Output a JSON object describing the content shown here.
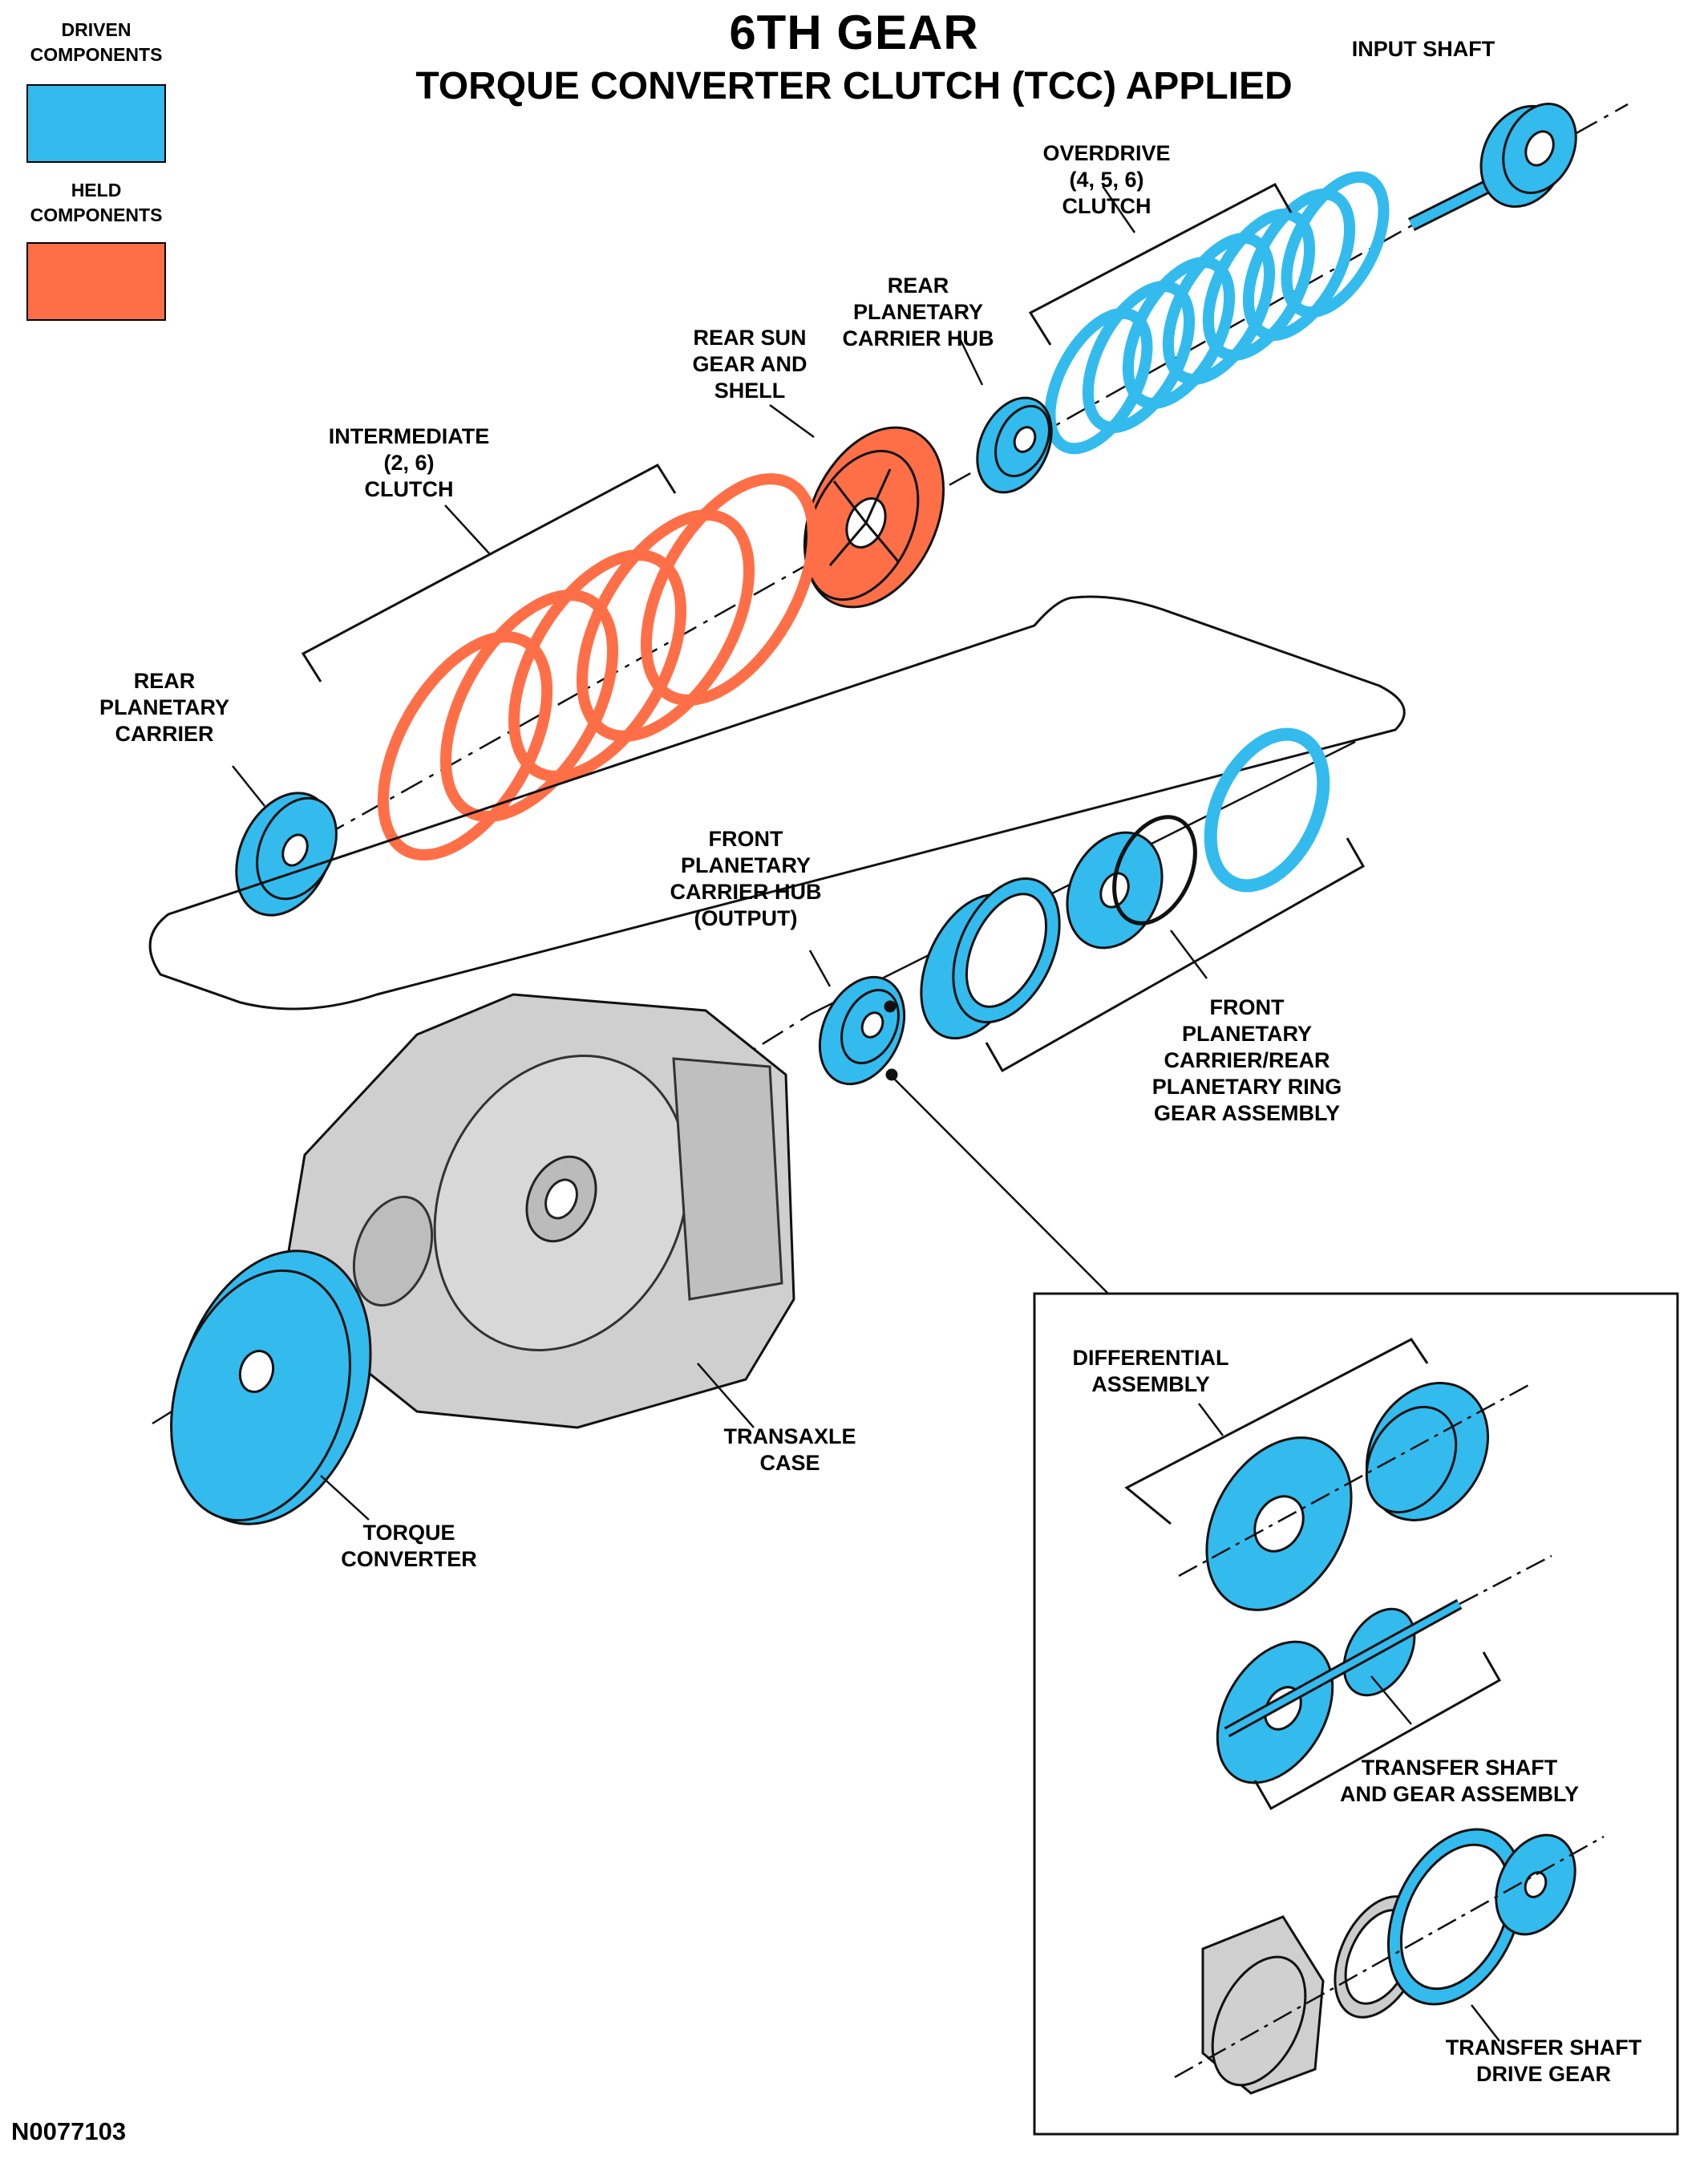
{
  "title": "6TH GEAR",
  "subtitle": "TORQUE CONVERTER CLUTCH (TCC) APPLIED",
  "legend": [
    {
      "label": "DRIVEN\nCOMPONENTS",
      "color": "#33BBEE"
    },
    {
      "label": "HELD\nCOMPONENTS",
      "color": "#FF6F47"
    }
  ],
  "colors": {
    "driven": "#33BBEE",
    "held": "#FF6F47",
    "case": "#CFCFCF",
    "outline": "#111111"
  },
  "labels": {
    "input_shaft": "INPUT SHAFT",
    "overdrive_clutch": "OVERDRIVE\n(4, 5, 6)\nCLUTCH",
    "rear_planetary_carrier_hub": "REAR\nPLANETARY\nCARRIER HUB",
    "rear_sun_gear_shell": "REAR SUN\nGEAR AND\nSHELL",
    "intermediate_clutch": "INTERMEDIATE\n(2, 6)\nCLUTCH",
    "rear_planetary_carrier": "REAR\nPLANETARY\nCARRIER",
    "front_planetary_carrier_hub": "FRONT\nPLANETARY\nCARRIER HUB\n(OUTPUT)",
    "front_planetary_assembly": "FRONT\nPLANETARY\nCARRIER/REAR\nPLANETARY RING\nGEAR ASSEMBLY",
    "transaxle_case": "TRANSAXLE\nCASE",
    "torque_converter": "TORQUE\nCONVERTER",
    "differential_assembly": "DIFFERENTIAL\nASSEMBLY",
    "transfer_shaft_assembly": "TRANSFER SHAFT\nAND GEAR ASSEMBLY",
    "transfer_shaft_drive_gear": "TRANSFER SHAFT\nDRIVE GEAR"
  },
  "figure_code": "N0077103"
}
